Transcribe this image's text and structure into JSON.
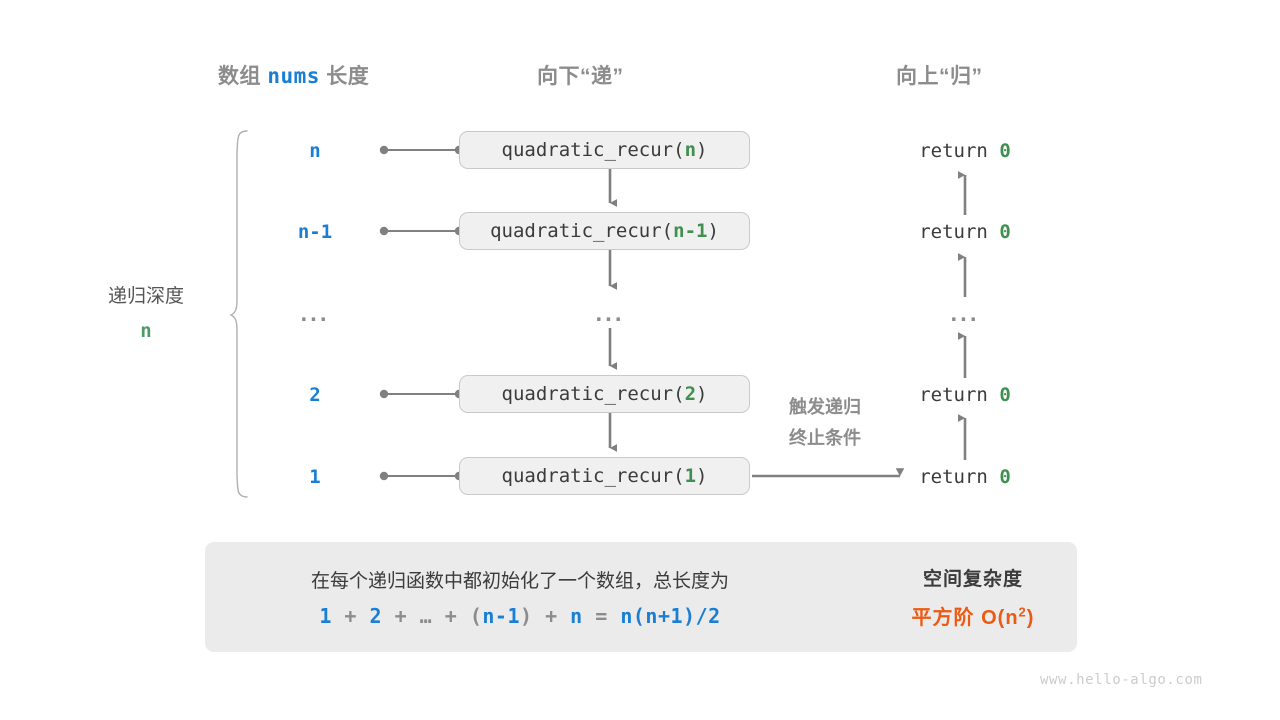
{
  "headers": {
    "array_prefix": "数组 ",
    "array_code": "nums",
    "array_suffix": " 长度",
    "down": "向下“递”",
    "up": "向上“归”"
  },
  "depth": {
    "label": "递归深度",
    "value": "n"
  },
  "rows": [
    {
      "num": "n",
      "call_prefix": "quadratic_recur(",
      "call_arg": "n",
      "call_suffix": ")",
      "ret_text": "return ",
      "ret_value": "0"
    },
    {
      "num": "n-1",
      "call_prefix": "quadratic_recur(",
      "call_arg": "n-1",
      "call_suffix": ")",
      "ret_text": "return ",
      "ret_value": "0"
    },
    {
      "num": "...",
      "call_prefix": "...",
      "call_arg": "",
      "call_suffix": "",
      "ret_text": "...",
      "ret_value": ""
    },
    {
      "num": "2",
      "call_prefix": "quadratic_recur(",
      "call_arg": "2",
      "call_suffix": ")",
      "ret_text": "return ",
      "ret_value": "0"
    },
    {
      "num": "1",
      "call_prefix": "quadratic_recur(",
      "call_arg": "1",
      "call_suffix": ")",
      "ret_text": "return ",
      "ret_value": "0"
    }
  ],
  "trigger_note": {
    "line1": "触发递归",
    "line2": "终止条件"
  },
  "summary": {
    "description": "在每个递归函数中都初始化了一个数组，总长度为",
    "formula": {
      "t1": "1",
      "op1": " + ",
      "t2": "2",
      "op2": " + ",
      "t3": "…",
      "op3": " + ",
      "lparen": "(",
      "t4": "n-1",
      "rparen": ")",
      "op4": " + ",
      "t5": "n",
      "eq": " = ",
      "t6": "n(n+1)/2"
    },
    "title": "空间复杂度",
    "value_prefix": "平方阶 ",
    "value_big_o": "O(n",
    "value_sup": "2",
    "value_close": ")"
  },
  "watermark": "www.hello-algo.com",
  "colors": {
    "blue": "#1a7fd4",
    "green": "#3f8f4f",
    "orange": "#ec5a13",
    "gray": "#8c8c8c",
    "box_fill": "#f0f0f0",
    "panel_fill": "#ebebeb"
  }
}
